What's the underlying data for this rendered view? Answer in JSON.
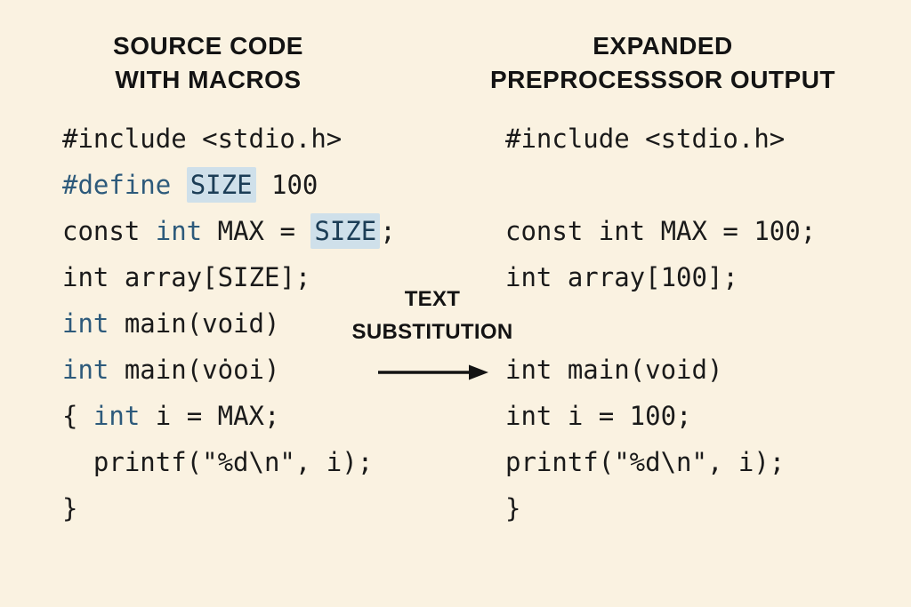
{
  "colors": {
    "background": "#faf2e1",
    "ink": "#1a1a1a",
    "keyword": "#2d5a7b",
    "highlight_bg": "#cfe0ea",
    "highlight_ink": "#1b3d56",
    "arrow": "#131313"
  },
  "left_panel": {
    "title": [
      "SOURCE CODE",
      "WITH MACROS"
    ],
    "code": [
      [
        {
          "t": "#include <stdio.h>"
        }
      ],
      [
        {
          "t": "#define",
          "c": "kw"
        },
        {
          "t": " "
        },
        {
          "t": "SIZE",
          "c": "hl"
        },
        {
          "t": " 100"
        }
      ],
      [
        {
          "t": "const "
        },
        {
          "t": "int",
          "c": "kw"
        },
        {
          "t": " MAX = "
        },
        {
          "t": "SIZE",
          "c": "hl"
        },
        {
          "t": ";"
        }
      ],
      [
        {
          "t": "int array[SIZE];"
        }
      ],
      [
        {
          "t": "int",
          "c": "kw"
        },
        {
          "t": " main(void)"
        }
      ],
      [
        {
          "t": "int",
          "c": "kw"
        },
        {
          "t": " main(vȯoi)"
        }
      ],
      [
        {
          "t": "{ "
        },
        {
          "t": "int",
          "c": "kw"
        },
        {
          "t": " i = MAX;"
        }
      ],
      [
        {
          "t": "  printf(\"%d\\n\", i);"
        }
      ],
      [
        {
          "t": "}"
        }
      ]
    ]
  },
  "right_panel": {
    "title": [
      "EXPANDED",
      "PREPROCESSSOR OUTPUT"
    ],
    "code": [
      [
        {
          "t": "#include <stdio.h>"
        }
      ],
      [],
      [
        {
          "t": "const int MAX = 100;"
        }
      ],
      [
        {
          "t": "int array[100];"
        }
      ],
      [],
      [
        {
          "t": "int main(void)"
        }
      ],
      [
        {
          "t": "int i = 100;"
        }
      ],
      [
        {
          "t": "printf(\"%d\\n\", i);"
        }
      ],
      [
        {
          "t": "}"
        }
      ]
    ]
  },
  "center": {
    "label": [
      "TEXT",
      "SUBSTITUTION"
    ]
  }
}
